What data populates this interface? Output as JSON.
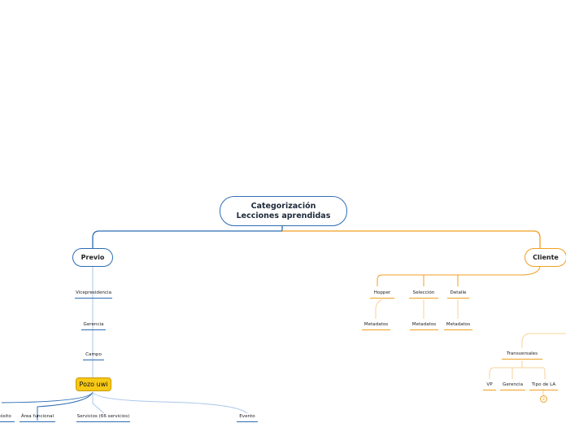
{
  "diagram": {
    "root": "Categorización Lecciones aprendidas",
    "left_branch": {
      "title": "Previo",
      "chain": [
        "Vicepresidencia",
        "Gerencia",
        "Campo"
      ],
      "pozo": "Pozo uwi",
      "pozo_children": [
        "ósito",
        "Área funcional",
        "Servicios (66 servicios)",
        "Evento"
      ]
    },
    "right_branch": {
      "title": "Cliente",
      "children": [
        {
          "label": "Hopper",
          "child": "Metadatos"
        },
        {
          "label": "Selección",
          "child": "Metadatos"
        },
        {
          "label": "Detalle",
          "child": "Metadatos"
        }
      ],
      "transversales": {
        "label": "Transversales",
        "children": [
          "VP",
          "Gerencia",
          "Tipo de LA"
        ],
        "badge": "2"
      }
    },
    "colors": {
      "blue": "#2e6db4",
      "light_blue": "#a9c6ea",
      "orange": "#f0a020",
      "light_orange": "#f7d39a",
      "pozo": "#f7c816"
    }
  }
}
